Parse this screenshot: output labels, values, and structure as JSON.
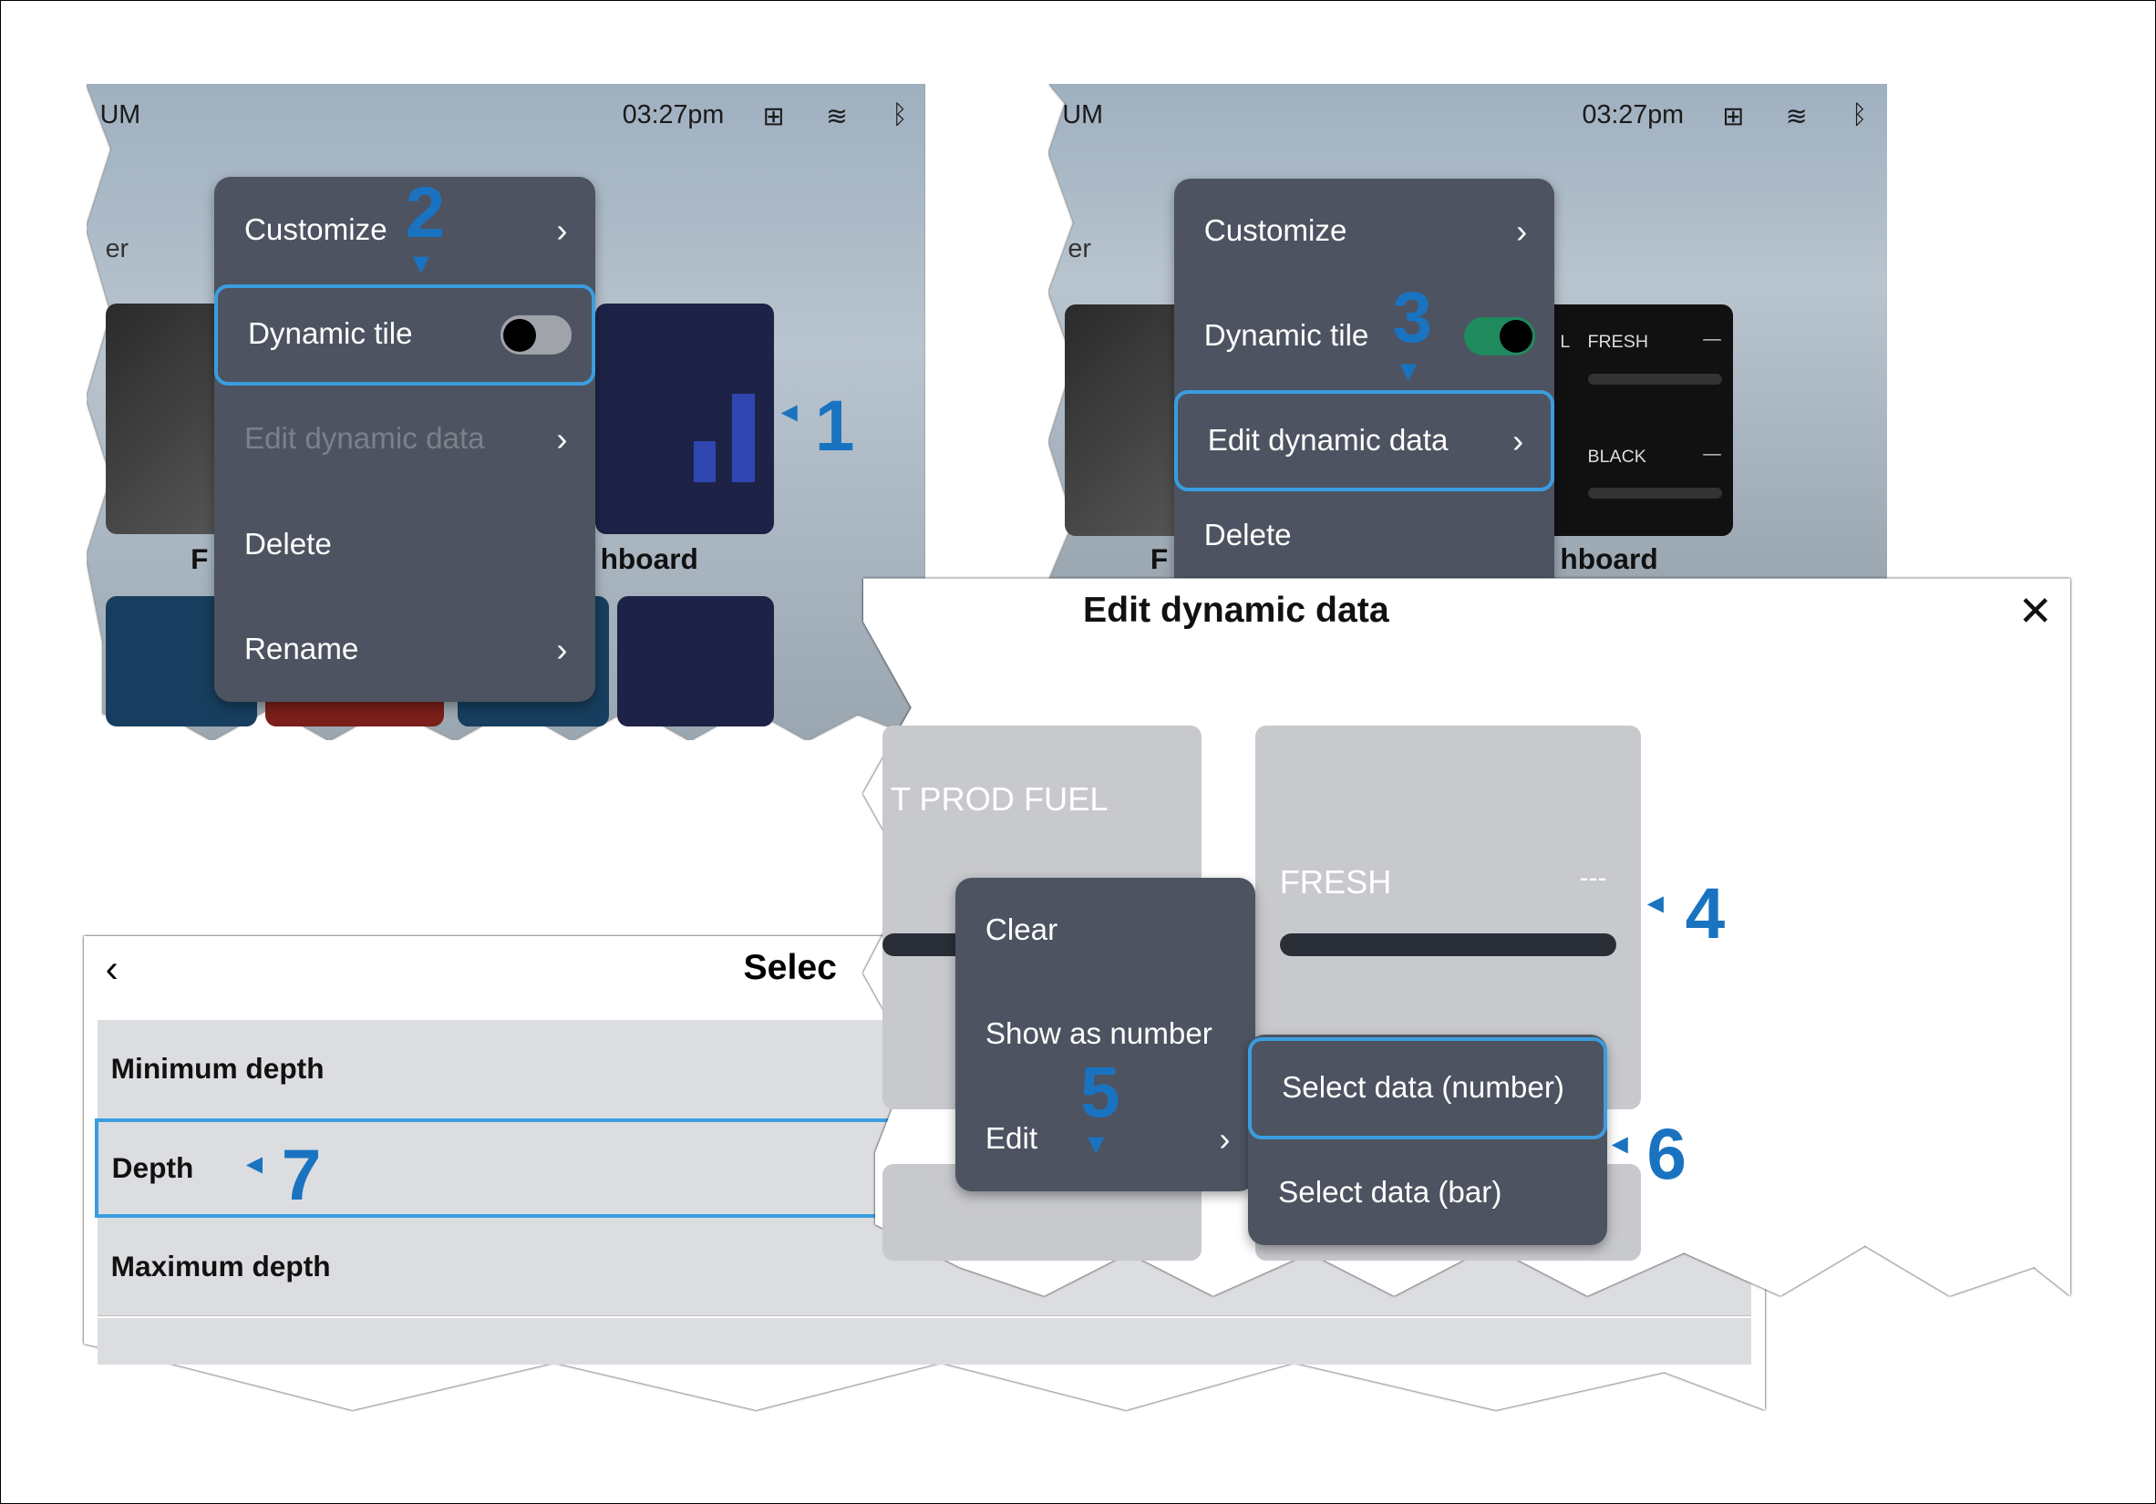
{
  "screen_a": {
    "status_left": "UM",
    "side_text": "er",
    "time": "03:27pm",
    "icons": [
      "network-globe-icon",
      "fish-sonar-icon",
      "bluetooth-icon"
    ],
    "tile_label_left": "F",
    "tile_label_right": "hboard",
    "menu": {
      "items": [
        {
          "label": "Customize",
          "has_submenu": true
        },
        {
          "label": "Dynamic tile",
          "toggle": false,
          "selected": true
        },
        {
          "label": "Edit dynamic data",
          "has_submenu": true,
          "disabled": true
        },
        {
          "label": "Delete"
        },
        {
          "label": "Rename",
          "has_submenu": true
        }
      ]
    }
  },
  "screen_b": {
    "status_left": "UM",
    "side_text": "er",
    "time": "03:27pm",
    "tile_label_left": "F",
    "tile_label_right": "hboard",
    "tile_rows": [
      {
        "label": "FRESH",
        "value": "—"
      },
      {
        "label": "BLACK",
        "value": "—"
      }
    ],
    "tile_prefix": "L",
    "menu": {
      "items": [
        {
          "label": "Customize",
          "has_submenu": true
        },
        {
          "label": "Dynamic tile",
          "toggle": true
        },
        {
          "label": "Edit dynamic data",
          "has_submenu": true,
          "selected": true
        },
        {
          "label": "Delete"
        }
      ]
    }
  },
  "edit_dialog": {
    "title": "Edit dynamic data",
    "card_left_label": "T PROD FUEL",
    "card_right_label": "FRESH",
    "card_right_value": "---",
    "menu": [
      "Clear",
      "Show as number",
      "Edit"
    ],
    "submenu": [
      "Select data (number)",
      "Select data (bar)"
    ]
  },
  "select_panel": {
    "title": "Selec",
    "rows": [
      "Minimum depth",
      "Depth",
      "Maximum depth"
    ]
  },
  "steps": [
    "1",
    "2",
    "3",
    "4",
    "5",
    "6",
    "7"
  ],
  "colors": {
    "accent": "#1a73c0",
    "highlight": "#3a9de0",
    "menu_bg": "#4d5360",
    "toggle_on": "#1f8a5e"
  }
}
